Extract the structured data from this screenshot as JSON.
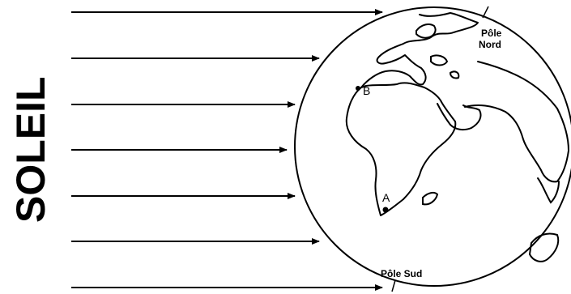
{
  "title": "SOLEIL",
  "pole_north": [
    "Pôle",
    "Nord"
  ],
  "pole_south": "Pôle Sud",
  "points": {
    "a": "A",
    "b": "B"
  },
  "sun_ray_count": 7,
  "colors": {
    "ink": "#000000",
    "background": "#ffffff"
  }
}
